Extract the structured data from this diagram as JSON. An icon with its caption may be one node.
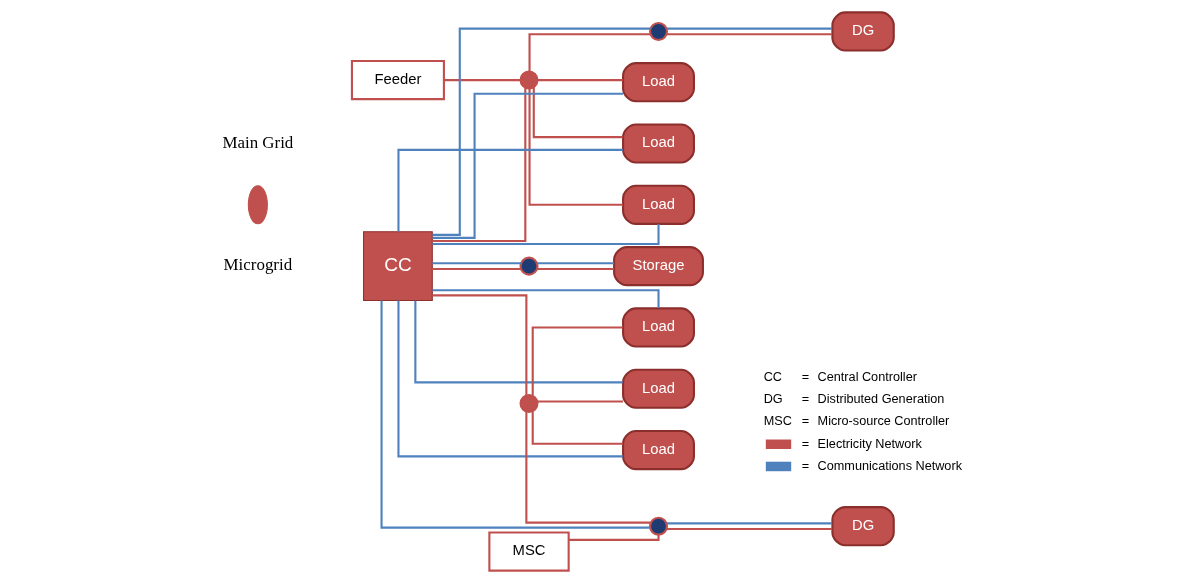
{
  "diagram": {
    "nodes": [
      {
        "text": [
          "Feeder"
        ]
      },
      {
        "text": [],
        "shape": "circle"
      },
      {
        "text": [],
        "shape": "circle"
      },
      {
        "text": [
          "DG"
        ]
      },
      {
        "text": [
          "Load"
        ]
      },
      {
        "text": [
          "Load"
        ]
      },
      {
        "text": [
          "Load"
        ]
      },
      {
        "text": [
          "CC"
        ]
      },
      {
        "text": [],
        "shape": "circle"
      },
      {
        "text": [
          "Storage"
        ]
      },
      {
        "text": [
          "DG"
        ]
      },
      {
        "text": [
          "Load"
        ]
      },
      {
        "text": [
          "Load"
        ]
      },
      {
        "text": [
          "Load"
        ]
      },
      {
        "text": [],
        "shape": "circle"
      },
      {
        "text": [],
        "shape": "circle"
      },
      {
        "text": [
          "MSC"
        ]
      },
      {
        "text": [],
        "shape": "ellipse"
      }
    ],
    "edges": [
      {
        "from": 0,
        "to": 1,
        "arrow": "none"
      },
      {
        "from": 7,
        "to": 1,
        "arrow": "none"
      },
      {
        "from": 1,
        "to": 2,
        "arrow": "none"
      },
      {
        "from": 2,
        "to": 3,
        "arrow": "none"
      },
      {
        "from": 1,
        "to": 4,
        "arrow": "none"
      },
      {
        "from": 1,
        "to": 5,
        "arrow": "none"
      },
      {
        "from": 1,
        "to": 6,
        "arrow": "none"
      },
      {
        "from": 7,
        "to": 2,
        "arrow": "none",
        "color": "#4f81bd"
      },
      {
        "from": 2,
        "to": 3,
        "arrow": "none",
        "color": "#4f81bd"
      },
      {
        "from": 7,
        "to": 4,
        "arrow": "none",
        "color": "#4f81bd"
      },
      {
        "from": 7,
        "to": 5,
        "arrow": "none",
        "color": "#4f81bd"
      },
      {
        "from": 7,
        "to": 6,
        "arrow": "none",
        "color": "#4f81bd"
      },
      {
        "from": 7,
        "to": 8,
        "arrow": "none"
      },
      {
        "from": 8,
        "to": 9,
        "arrow": "none"
      },
      {
        "from": 7,
        "to": 8,
        "arrow": "none",
        "color": "#4f81bd"
      },
      {
        "from": 8,
        "to": 9,
        "arrow": "none",
        "color": "#4f81bd"
      },
      {
        "from": 7,
        "to": 14,
        "arrow": "none"
      },
      {
        "from": 14,
        "to": 15,
        "arrow": "none"
      },
      {
        "from": 15,
        "to": 10,
        "arrow": "none"
      },
      {
        "from": 14,
        "to": 11,
        "arrow": "none"
      },
      {
        "from": 14,
        "to": 12,
        "arrow": "none"
      },
      {
        "from": 14,
        "to": 13,
        "arrow": "none"
      },
      {
        "from": 7,
        "to": 15,
        "arrow": "none",
        "color": "#4f81bd"
      },
      {
        "from": 15,
        "to": 10,
        "arrow": "none",
        "color": "#4f81bd"
      },
      {
        "from": 7,
        "to": 11,
        "arrow": "none",
        "color": "#4f81bd"
      },
      {
        "from": 7,
        "to": 12,
        "arrow": "none",
        "color": "#4f81bd"
      },
      {
        "from": 7,
        "to": 13,
        "arrow": "none",
        "color": "#4f81bd"
      },
      {
        "from": 16,
        "to": 15,
        "arrow": "none"
      }
    ],
    "labels": [
      "Main Grid",
      "Microgrid",
      "CC",
      "=",
      "Central Controller",
      "DG",
      "=",
      "Distributed Generation",
      "MSC",
      "=",
      "Micro-source Controller",
      "=",
      "="
    ],
    "legend": [
      {
        "text": "Electricity Network"
      },
      {
        "text": "Communications Network"
      }
    ]
  }
}
